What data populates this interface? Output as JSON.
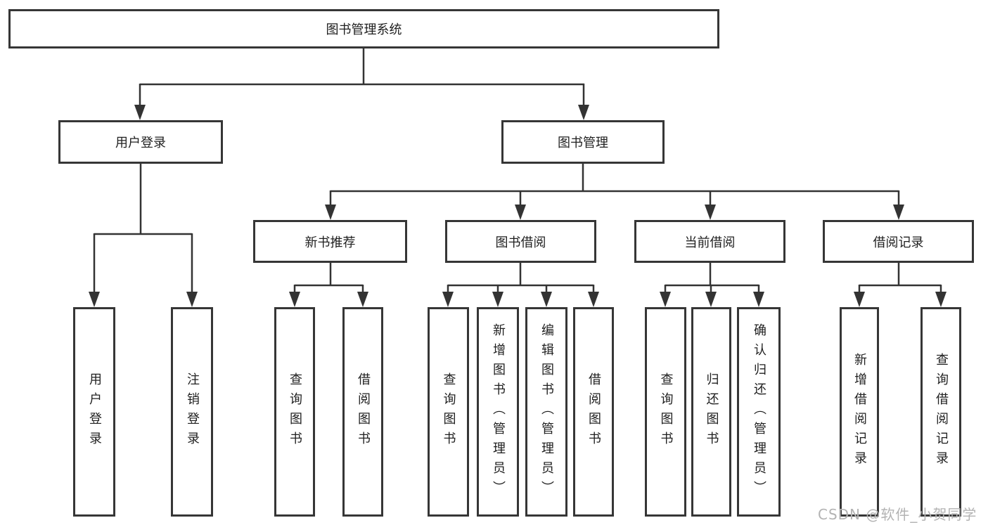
{
  "tree": {
    "root": {
      "label": "图书管理系统",
      "children": [
        {
          "label": "用户登录",
          "children": [
            {
              "label": "用户登录"
            },
            {
              "label": "注销登录"
            }
          ]
        },
        {
          "label": "图书管理",
          "children": [
            {
              "label": "新书推荐",
              "children": [
                {
                  "label": "查询图书"
                },
                {
                  "label": "借阅图书"
                }
              ]
            },
            {
              "label": "图书借阅",
              "children": [
                {
                  "label": "查询图书"
                },
                {
                  "label": "新增图书（管理员）"
                },
                {
                  "label": "编辑图书（管理员）"
                },
                {
                  "label": "借阅图书"
                }
              ]
            },
            {
              "label": "当前借阅",
              "children": [
                {
                  "label": "查询图书"
                },
                {
                  "label": "归还图书"
                },
                {
                  "label": "确认归还（管理员）"
                }
              ]
            },
            {
              "label": "借阅记录",
              "children": [
                {
                  "label": "新增借阅记录"
                },
                {
                  "label": "查询借阅记录"
                }
              ]
            }
          ]
        }
      ]
    }
  },
  "watermark": {
    "text": "CSDN @软件_小贺同学"
  },
  "colors": {
    "line": "#333333",
    "box_border": "#363636",
    "box_background": "#ffffff",
    "text": "#1f1f1f",
    "watermark": "#b3b3b3"
  }
}
